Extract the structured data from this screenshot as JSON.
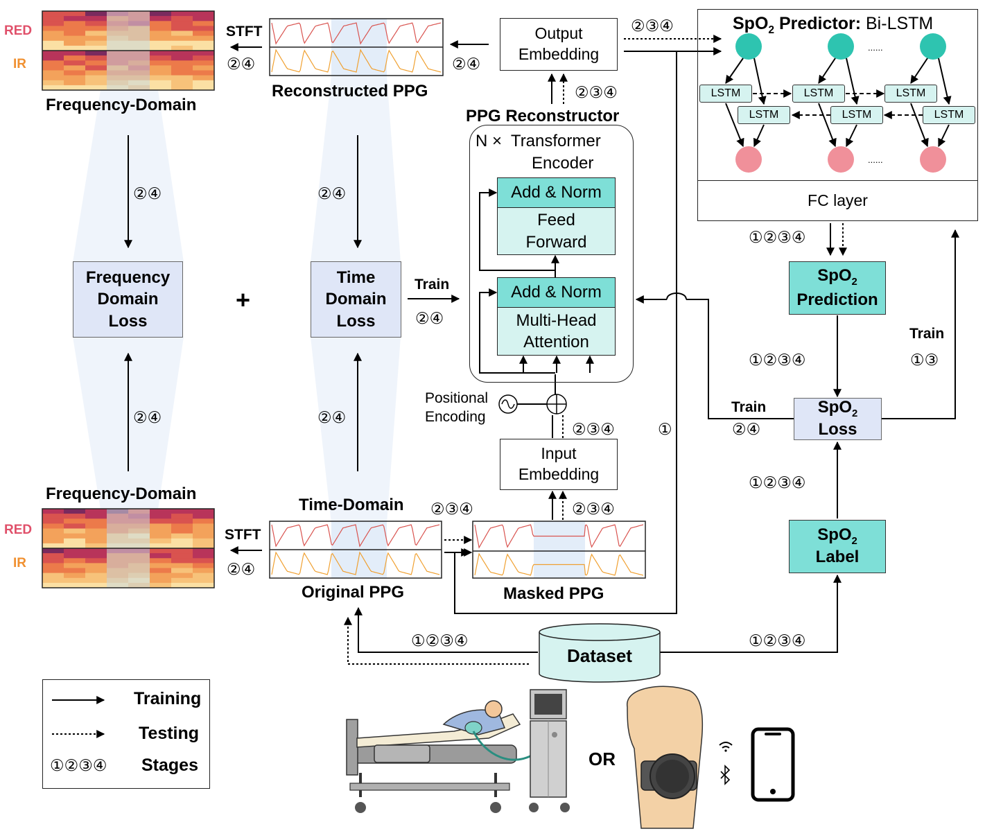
{
  "spectrogram_labels": {
    "red": "RED",
    "ir": "IR"
  },
  "top": {
    "frequency_domain_caption": "Frequency-Domain",
    "stft_label": "STFT",
    "stft_stages": "②④",
    "reconstructed_caption": "Reconstructed PPG",
    "output_embedding": "Output Embedding",
    "output_to_recon_stages": "②④",
    "output_to_predictor_stages": "②③④",
    "reconstructor_arrow_stages": "②③④"
  },
  "reconstructor": {
    "title": "PPG Reconstructor",
    "encoder_line1": "N ×  Transformer",
    "encoder_line2": "Encoder",
    "add_norm_top": "Add & Norm",
    "feed_forward": "Feed Forward",
    "add_norm_bottom": "Add & Norm",
    "attention": "Multi-Head Attention",
    "positional_encoding": "Positional Encoding"
  },
  "losses": {
    "frequency_loss": "Frequency Domain Loss",
    "time_loss": "Time Domain Loss",
    "plus": "+",
    "freq_down_stages": "②④",
    "freq_up_stages": "②④",
    "time_down_stages": "②④",
    "time_up_stages": "②④",
    "train_label": "Train",
    "train_stages": "②④"
  },
  "predictor": {
    "title_prefix": "SpO",
    "title_sub": "2",
    "title_bold": " Predictor:",
    "title_rest": " Bi-LSTM",
    "lstm_label": "LSTM",
    "ellipsis": "......",
    "fc_layer": "FC layer",
    "fc_stages": "①②③④"
  },
  "spo2": {
    "prefix": "SpO",
    "sub": "2",
    "prediction": "Prediction",
    "loss": "Loss",
    "label": "Label",
    "pred_to_loss_stages": "①②③④",
    "label_to_loss_stages": "①②③④",
    "train_right": "Train",
    "train_right_stages": "①③",
    "train_left": "Train",
    "train_left_stages": "②④"
  },
  "bottom": {
    "frequency_domain_caption": "Frequency-Domain",
    "time_domain_caption": "Time-Domain",
    "stft_label": "STFT",
    "stft_stages": "②④",
    "original_caption": "Original PPG",
    "masked_caption": "Masked PPG",
    "original_to_masked_stages": "②③④",
    "input_embedding": "Input Embedding",
    "input_stages": "②③④",
    "pos_to_encoder_stages": "②③④",
    "stage1_marker": "①",
    "dataset": "Dataset",
    "dataset_left_stages": "①②③④",
    "dataset_right_stages": "①②③④",
    "or": "OR"
  },
  "legend": {
    "training": "Training",
    "testing": "Testing",
    "stages_symbols": "①②③④",
    "stages": "Stages"
  },
  "colors": {
    "red_wave": "#d9534f",
    "ir_wave": "#f0a030",
    "red_text": "#e0506a",
    "ir_text": "#f09030",
    "teal": "#7edfd7",
    "teal_node": "#2ec4b0",
    "pink_node": "#f0909a",
    "loss_fill": "#dfe6f7"
  }
}
